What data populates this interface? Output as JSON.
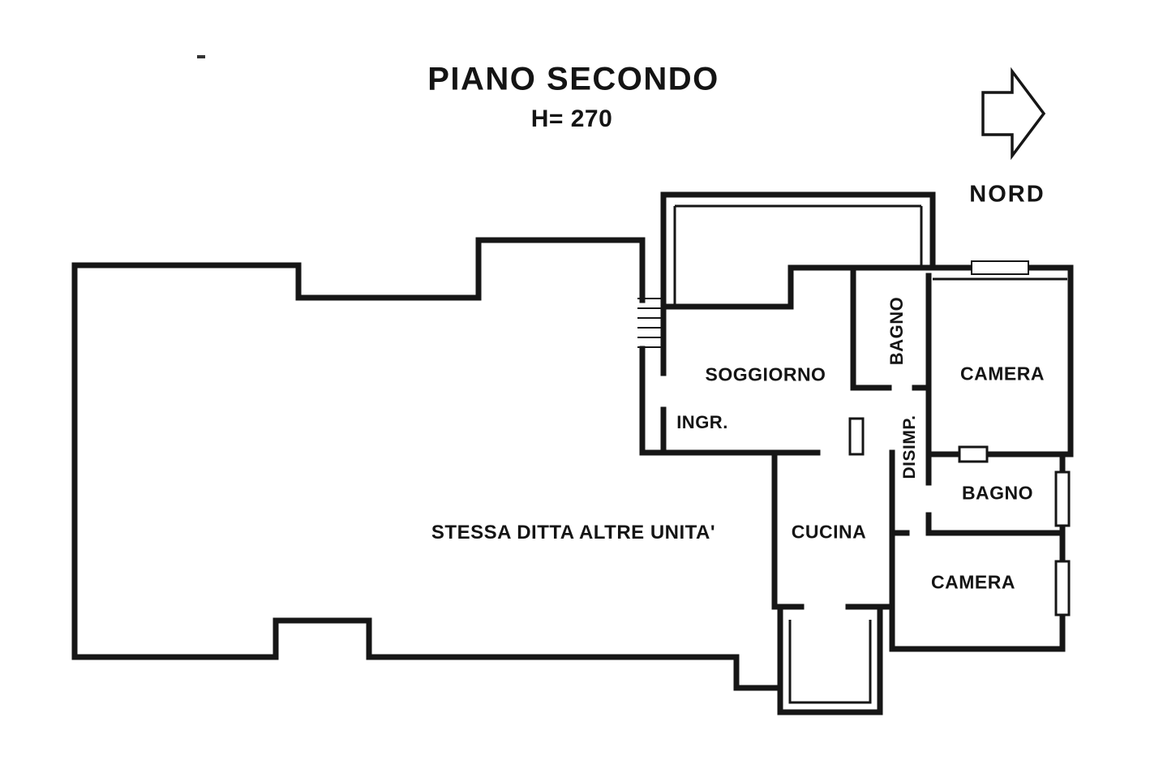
{
  "header": {
    "title": "PIANO SECONDO",
    "height_label": "H= 270"
  },
  "compass": {
    "label": "NORD"
  },
  "rooms": {
    "soggiorno": "SOGGIORNO",
    "ingresso": "INGR.",
    "bagno_top": "BAGNO",
    "camera_top": "CAMERA",
    "disimpegno": "DISIMP.",
    "bagno_mid": "BAGNO",
    "camera_bottom": "CAMERA",
    "cucina": "CUCINA"
  },
  "annotations": {
    "other_units": "STESSA DITTA ALTRE UNITA'"
  }
}
